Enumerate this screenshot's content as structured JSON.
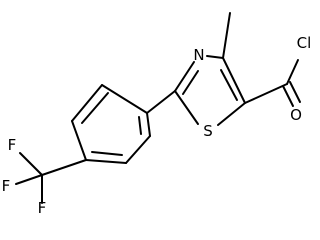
{
  "molecule": {
    "atoms": {
      "cl": "Cl",
      "o": "O",
      "n": "N",
      "s": "S",
      "f1": "F",
      "f2": "F",
      "f3": "F"
    }
  }
}
